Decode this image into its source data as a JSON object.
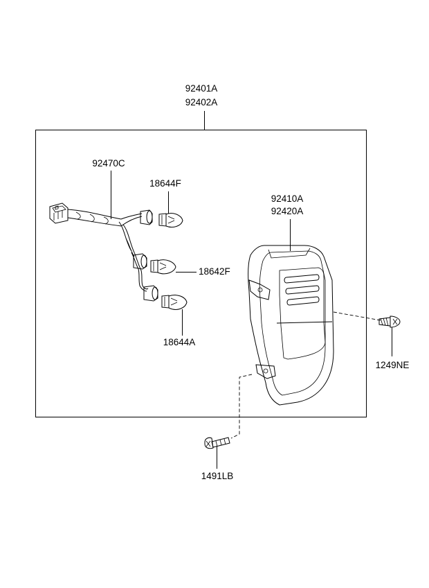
{
  "labels": {
    "assembly_lh": "92401A",
    "assembly_rh": "92402A",
    "wiring_harness": "92470C",
    "bulb_top": "18644F",
    "bulb_middle": "18642F",
    "bulb_bottom": "18644A",
    "lens_lh": "92410A",
    "lens_rh": "92420A",
    "screw_side": "1249NE",
    "screw_bottom": "1491LB"
  },
  "colors": {
    "line": "#000000",
    "background": "#ffffff"
  }
}
